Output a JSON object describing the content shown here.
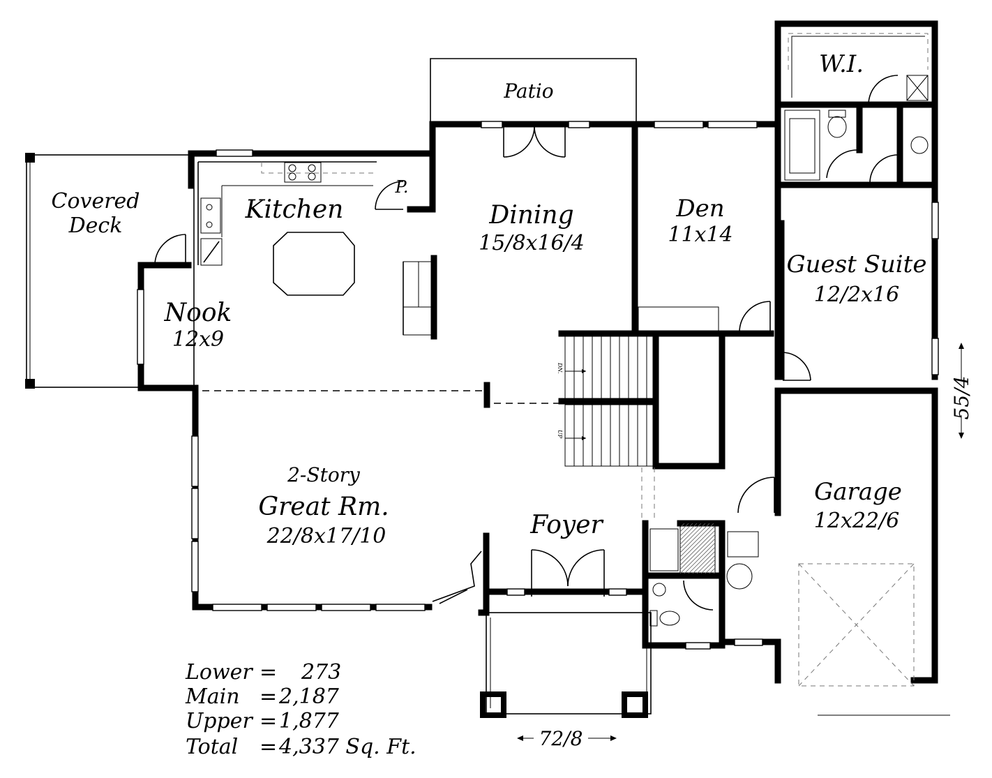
{
  "rooms": {
    "patio": {
      "name": "Patio"
    },
    "covered_deck": {
      "name_line1": "Covered",
      "name_line2": "Deck"
    },
    "kitchen": {
      "name": "Kitchen"
    },
    "pantry": {
      "name": "P."
    },
    "dining": {
      "name": "Dining",
      "size": "15/8x16/4"
    },
    "den": {
      "name": "Den",
      "size": "11x14"
    },
    "walk_in": {
      "name": "W.I."
    },
    "guest_suite": {
      "name": "Guest Suite",
      "size": "12/2x16"
    },
    "nook": {
      "name": "Nook",
      "size": "12x9"
    },
    "great_room": {
      "prefix": "2-Story",
      "name": "Great Rm.",
      "size": "22/8x17/10"
    },
    "foyer": {
      "name": "Foyer"
    },
    "garage": {
      "name": "Garage",
      "size": "12x22/6"
    }
  },
  "stairs": {
    "down_label": "DN.",
    "up_label": "UP"
  },
  "dimensions": {
    "width": "72/8",
    "depth": "55/4"
  },
  "square_footage": [
    {
      "label": "Lower",
      "eq": "=",
      "value": "273"
    },
    {
      "label": "Main",
      "eq": "=",
      "value": "2,187"
    },
    {
      "label": "Upper",
      "eq": "=",
      "value": "1,877"
    },
    {
      "label": "Total",
      "eq": "=",
      "value": "4,337 Sq. Ft."
    }
  ]
}
